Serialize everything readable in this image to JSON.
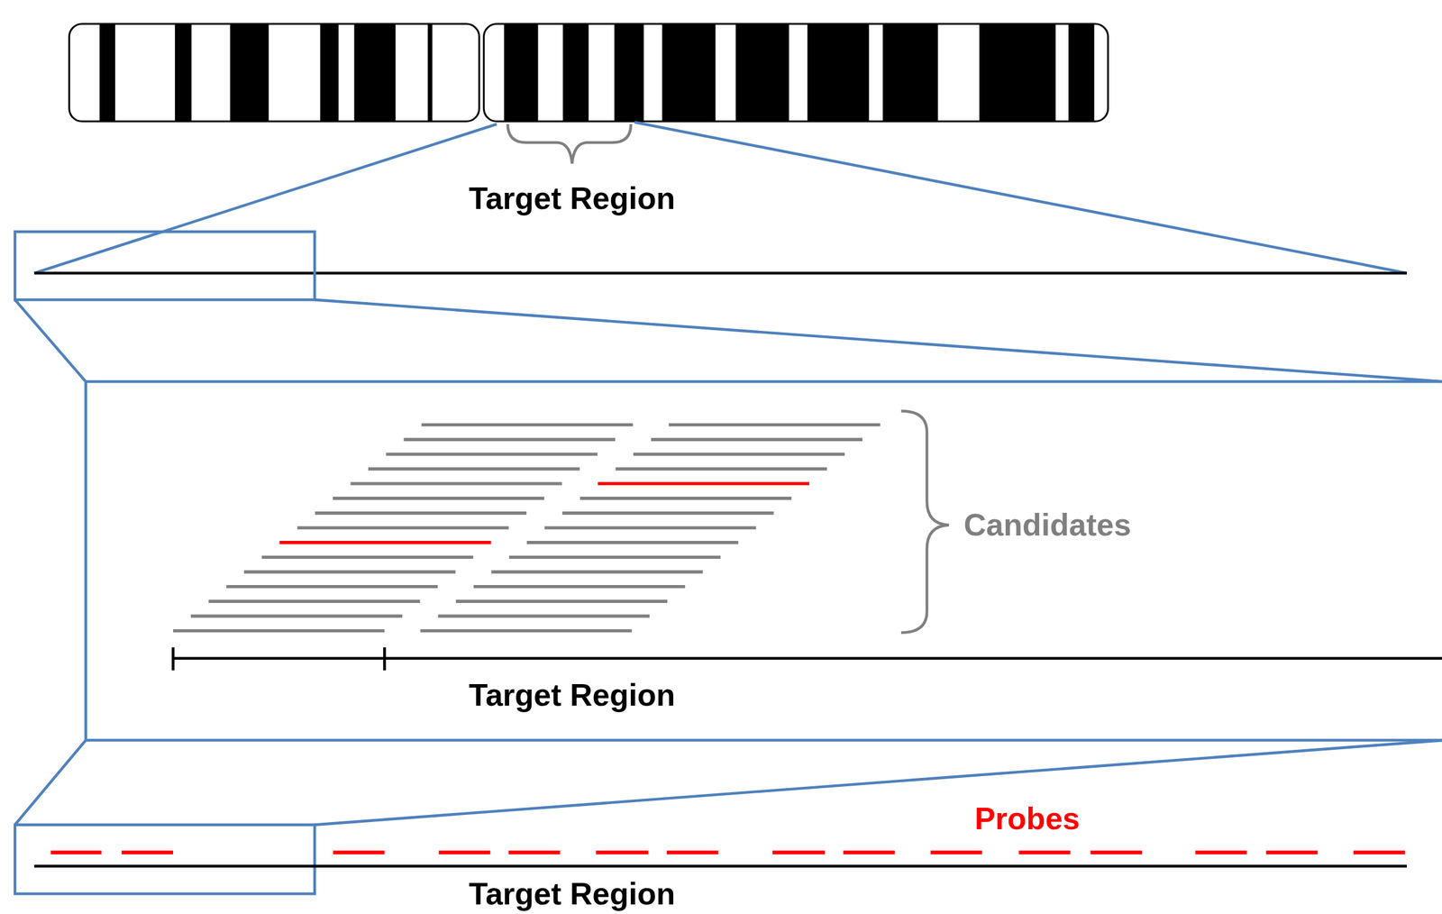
{
  "diagram": {
    "labels": [
      "Target Region",
      "Candidates",
      "Target Region",
      "Probes",
      "Target Region"
    ]
  }
}
